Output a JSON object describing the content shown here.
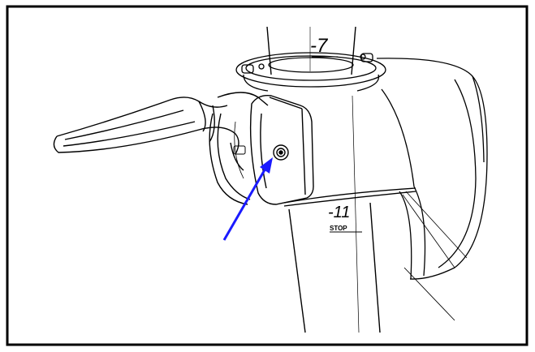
{
  "figure": {
    "depicts": "line-drawing",
    "labels": {
      "mark_upper": "-7",
      "mark_lower": "-11",
      "stop_text": "STOP"
    },
    "colors": {
      "ink": "#000000",
      "arrow": "#1a1aff",
      "paper": "#ffffff"
    },
    "icons": {
      "arrow": "arrow-pointer-icon",
      "screw": "screw-head-icon"
    }
  }
}
